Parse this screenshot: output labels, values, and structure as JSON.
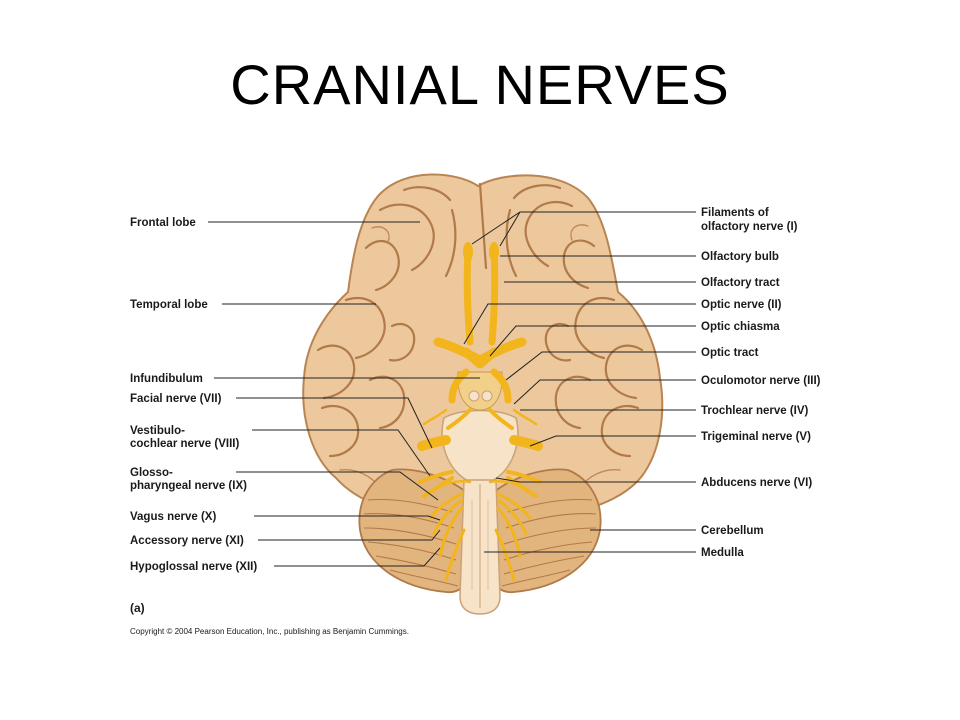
{
  "slide": {
    "title": "CRANIAL NERVES"
  },
  "figure": {
    "tag": "(a)",
    "copyright": "Copyright © 2004 Pearson Education, Inc., publishing as Benjamin Cummings.",
    "left_labels": {
      "frontal_lobe": "Frontal lobe",
      "temporal_lobe": "Temporal lobe",
      "infundibulum": "Infundibulum",
      "facial_nerve": "Facial nerve (VII)",
      "vestibulo_line1": "Vestibulo-",
      "vestibulo_line2": "cochlear nerve (VIII)",
      "glosso_line1": "Glosso-",
      "glosso_line2": "pharyngeal nerve (IX)",
      "vagus_nerve": "Vagus nerve (X)",
      "accessory_nerve": "Accessory nerve (XI)",
      "hypoglossal_nerve": "Hypoglossal nerve (XII)"
    },
    "right_labels": {
      "olfactory_filaments_line1": "Filaments of",
      "olfactory_filaments_line2": "olfactory nerve (I)",
      "olfactory_bulb": "Olfactory bulb",
      "olfactory_tract": "Olfactory tract",
      "optic_nerve": "Optic nerve (II)",
      "optic_chiasma": "Optic chiasma",
      "optic_tract": "Optic tract",
      "oculomotor_nerve": "Oculomotor nerve (III)",
      "trochlear_nerve": "Trochlear nerve (IV)",
      "trigeminal_nerve": "Trigeminal nerve (V)",
      "abducens_nerve": "Abducens nerve (VI)",
      "cerebellum": "Cerebellum",
      "medulla": "Medulla"
    },
    "colors": {
      "brain_fill": "#edc89c",
      "brain_shadow": "#d9a874",
      "nerve_yellow": "#f2b51c",
      "brainstem": "#f6e3c8",
      "cerebellum": "#e2b47e"
    }
  }
}
